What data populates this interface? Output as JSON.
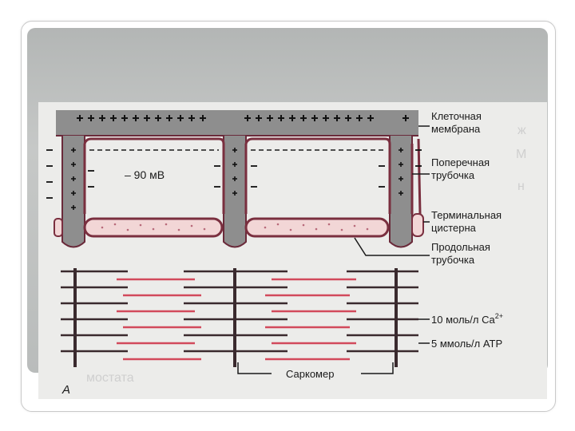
{
  "labels": {
    "membrane_line1": "Клеточная",
    "membrane_line2": "мембрана",
    "ttubule_line1": "Поперечная",
    "ttubule_line2": "трубочка",
    "cistern_line1": "Терминальная",
    "cistern_line2": "цистерна",
    "longitudinal_line1": "Продольная",
    "longitudinal_line2": "трубочка",
    "potential": "– 90 мВ",
    "calcium": "10 моль/л Ca",
    "calcium_sup": "2+",
    "atp": "5 ммоль/л ATP",
    "sarcomere": "Саркомер",
    "panel": "A"
  },
  "colors": {
    "membrane": "#8e8e8e",
    "membrane_edge": "#6a2a3a",
    "reticulum": "#f2d6d6",
    "reticulum_edge": "#7a2f3f",
    "thin_filament": "#3a2a2e",
    "thick_filament": "#d24a5c",
    "z_line": "#3a2a2e"
  },
  "icons": {
    "plus": "plus-sign-icon",
    "minus": "minus-sign-icon"
  }
}
